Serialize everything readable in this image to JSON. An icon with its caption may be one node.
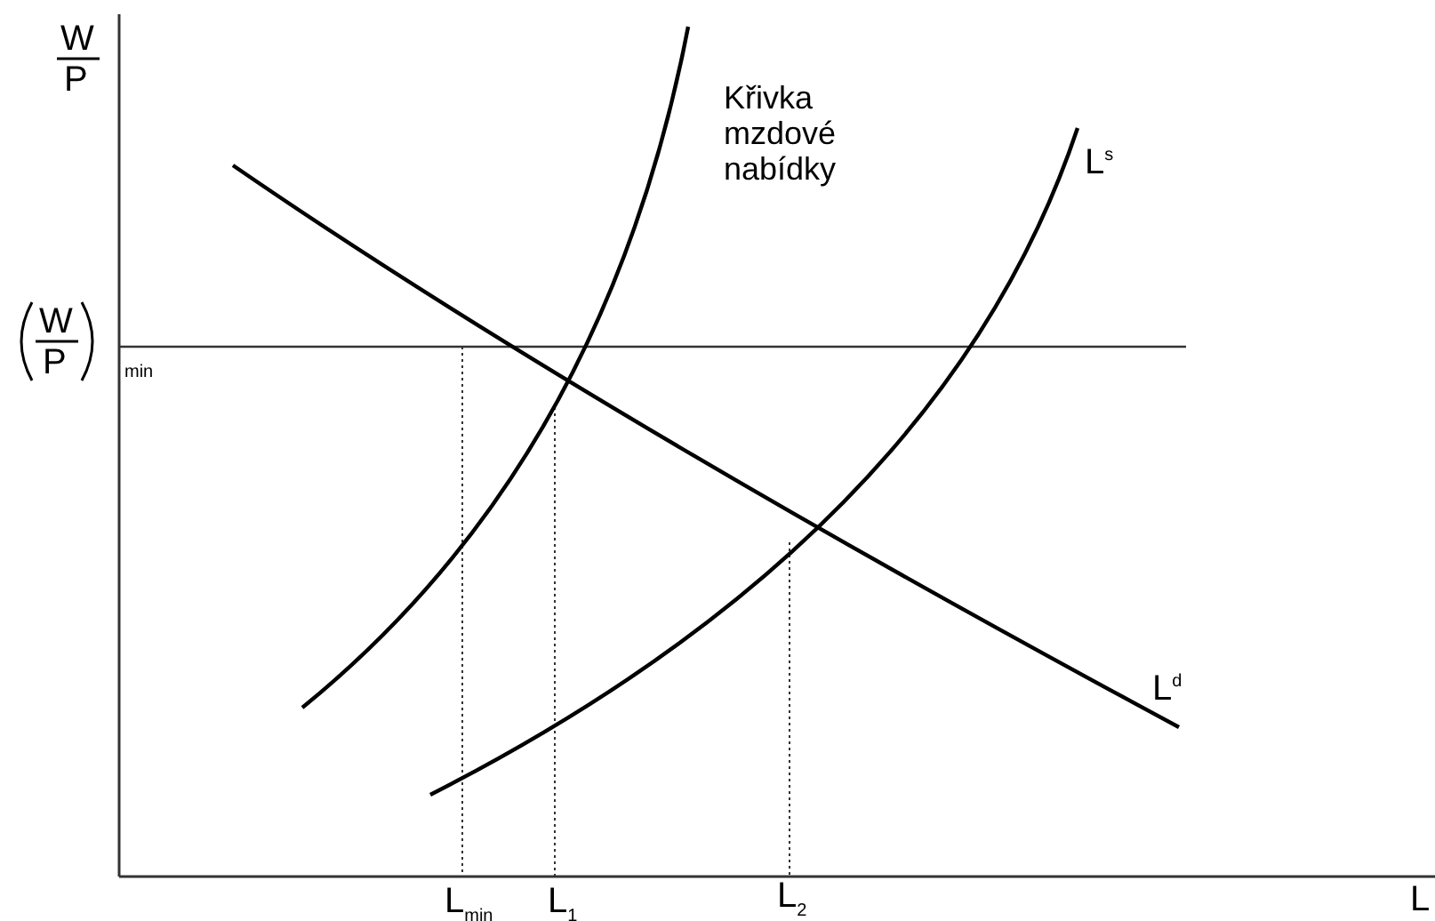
{
  "diagram": {
    "labels": [
      "W",
      "P",
      "Křivka mzdové nabídky",
      "L$^{s}$",
      "W",
      "P",
      "min",
      "L$^{d}$",
      "L$_{min}$",
      "L$_{1}$",
      "L$_{2}$",
      "L"
    ]
  }
}
